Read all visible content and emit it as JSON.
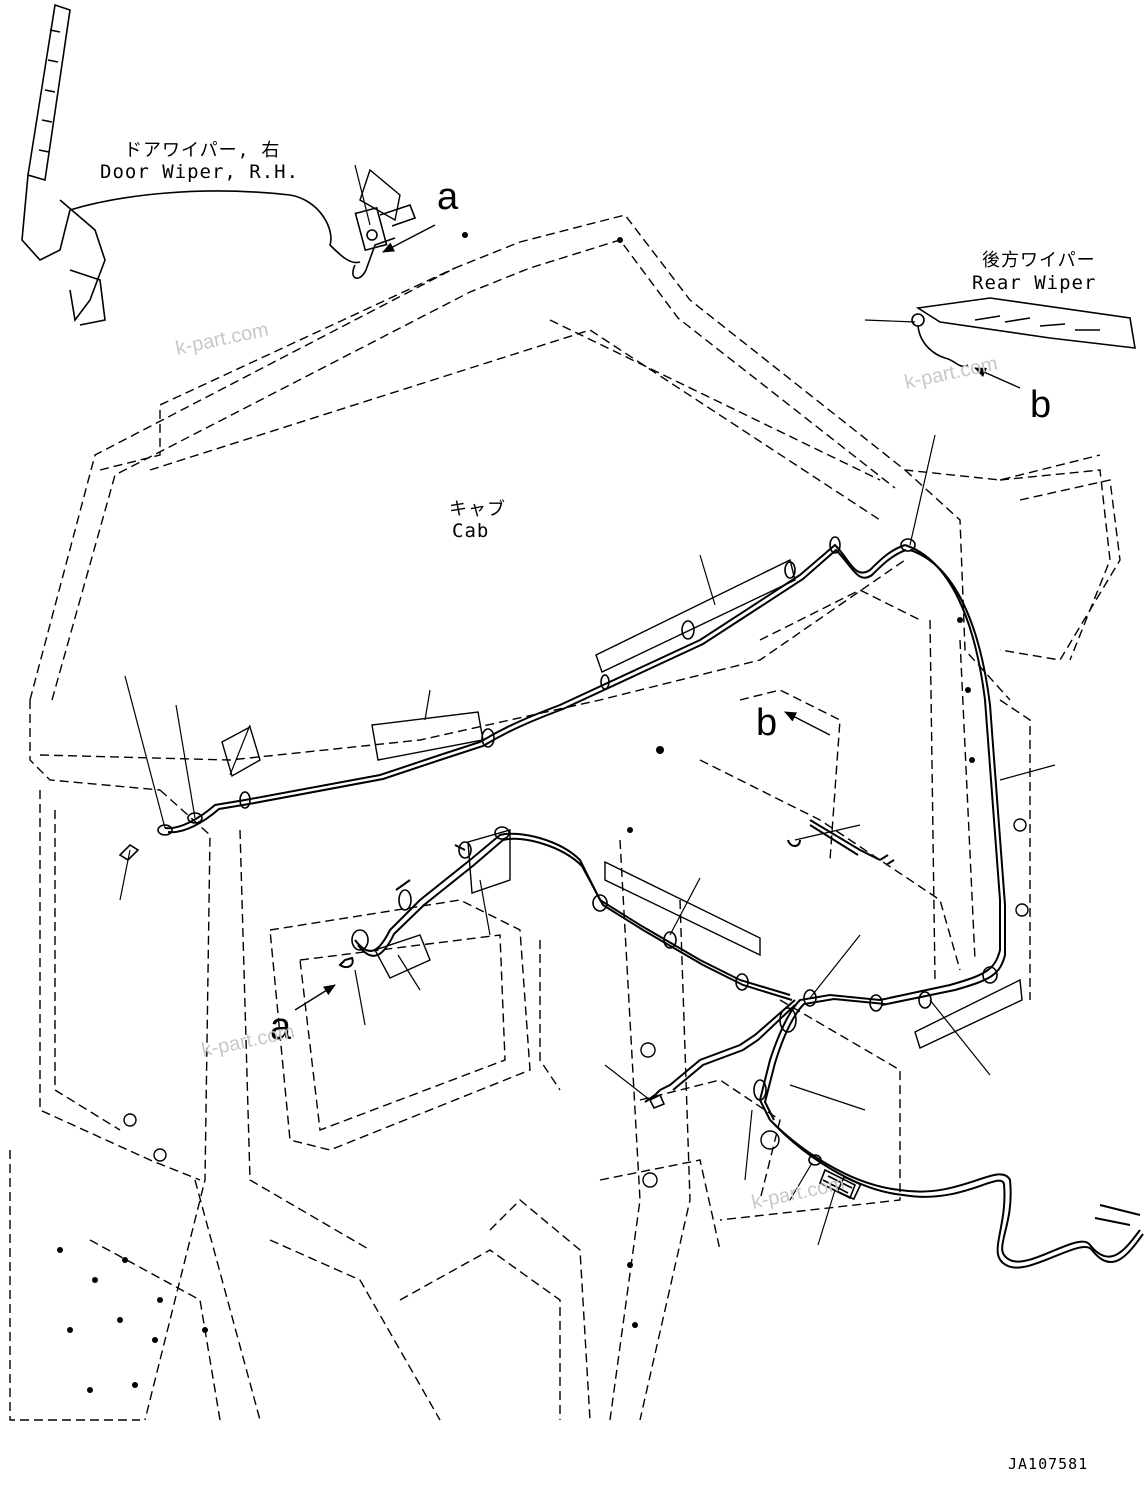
{
  "labels": {
    "door_wiper_jp": "ドアワイパー, 右",
    "door_wiper_en": "Door Wiper, R.H.",
    "rear_wiper_jp": "後方ワイパー",
    "rear_wiper_en": "Rear Wiper",
    "cab_jp": "キャブ",
    "cab_en": "Cab"
  },
  "refs": {
    "a_top": "a",
    "a_bottom": "a",
    "b_right": "b",
    "b_center": "b"
  },
  "watermarks": [
    "k-part.com",
    "k-part.com",
    "k-part.com",
    "k-part.com"
  ],
  "drawing_code": "JA107581"
}
